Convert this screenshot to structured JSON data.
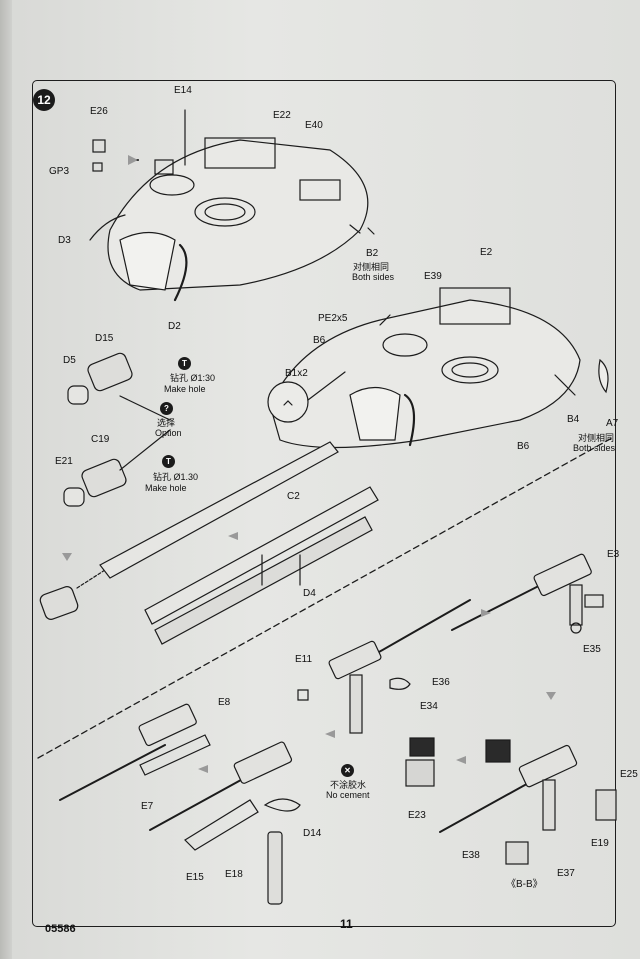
{
  "step": {
    "number": "12"
  },
  "parts": {
    "e26": "E26",
    "gp3": "GP3",
    "e14": "E14",
    "e22": "E22",
    "e40": "E40",
    "d3": "D3",
    "d2": "D2",
    "b2": "B2",
    "pe2x5": "PE2x5",
    "b6a": "B6",
    "e39": "E39",
    "e2": "E2",
    "b1x2": "B1x2",
    "b4": "B4",
    "a7": "A7",
    "b6b": "B6",
    "d15": "D15",
    "d5": "D5",
    "c19": "C19",
    "e21": "E21",
    "c2": "C2",
    "d4": "D4",
    "e3": "E3",
    "e35": "E35",
    "e11": "E11",
    "e36": "E36",
    "e8": "E8",
    "e7": "E7",
    "e34": "E34",
    "e23": "E23",
    "e25": "E25",
    "e19": "E19",
    "d14": "D14",
    "e15": "E15",
    "e18": "E18",
    "e38": "E38",
    "e37": "E37"
  },
  "notes": {
    "both_sides_cn": "对侧相同",
    "both_sides_en": "Both sides",
    "make_hole_cn_1": "钻孔 Ø1:30",
    "make_hole_en": "Make hole",
    "option_cn": "选择",
    "option_en": "Option",
    "make_hole_cn_2": "钻孔 Ø1.30",
    "no_cement_cn": "不涂胶水",
    "no_cement_en": "No cement",
    "section": "《B-B》"
  },
  "icons": {
    "drill": "drill-icon",
    "option": "question-icon",
    "no_cement": "no-glue-icon"
  },
  "footer": {
    "kit_number": "05586",
    "page_number": "11"
  }
}
